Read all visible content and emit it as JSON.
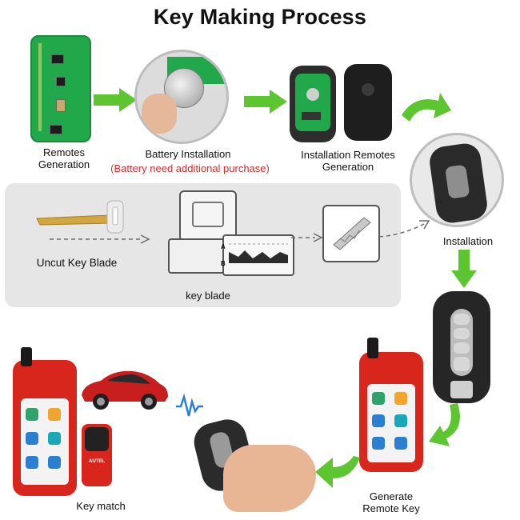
{
  "title": "Key Making Process",
  "steps": {
    "remotes_generation": "Remotes\nGeneration",
    "battery_installation": "Battery Installation",
    "battery_note": "(Battery need additional purchase)",
    "installation_remotes_generation": "Installation Remotes\nGeneration",
    "installation": "Installation",
    "uncut_key_blade": "Uncut Key  Blade",
    "key_blade": "key blade",
    "key_match": "Key match",
    "generate_remote_key": "Generate\nRemote Key"
  },
  "machine_marks": {
    "a": "A",
    "b": "B"
  },
  "device_brand": "AUTEL",
  "colors": {
    "arrow_green": "#5cc52f",
    "pcb_green": "#21a84a",
    "device_red": "#d92b2b",
    "note_red": "#d92b2b",
    "panel_gray": "#e6e6e6"
  },
  "icons": [
    "arrow-right-icon",
    "curved-arrow-icon",
    "arrow-down-icon",
    "signal-wave-icon"
  ]
}
